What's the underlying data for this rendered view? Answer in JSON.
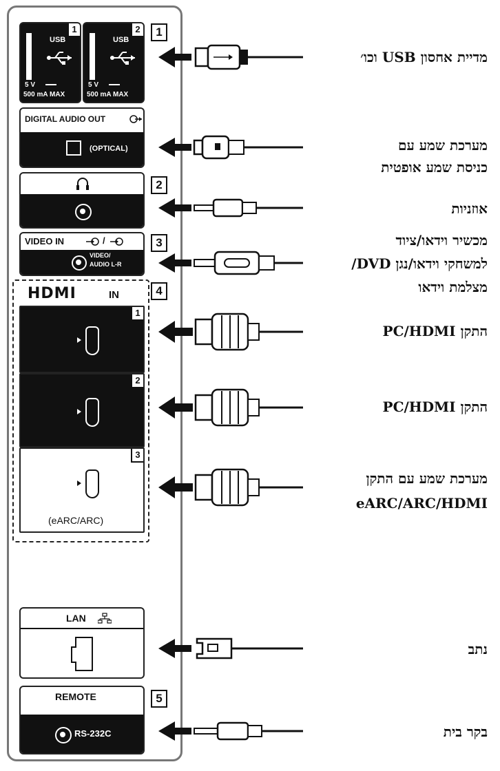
{
  "ports": {
    "usb1_label": "USB",
    "usb1_num": "1",
    "usb1_spec_v": "5 V",
    "usb1_spec_ma": "500 mA MAX",
    "usb2_label": "USB",
    "usb2_num": "2",
    "usb2_spec_v": "5 V",
    "usb2_spec_ma": "500 mA MAX",
    "digital_audio_title": "DIGITAL AUDIO OUT",
    "optical_label": "(OPTICAL)",
    "video_in_title": "VIDEO IN",
    "video_in_symbols": "/",
    "video_audio_label_1": "VIDEO/",
    "video_audio_label_2": "AUDIO L-R",
    "hdmi_title_logo": "HDMI",
    "hdmi_title_in": "IN",
    "hdmi1_num": "1",
    "hdmi2_num": "2",
    "hdmi3_num": "3",
    "earc_label": "(eARC/ARC)",
    "lan_title": "LAN",
    "remote_title": "REMOTE",
    "rs232_label": "RS-232C"
  },
  "numbers": {
    "n1": "1",
    "n2": "2",
    "n3": "3",
    "n4": "4",
    "n5": "5"
  },
  "labels": {
    "usb": "מדיית אחסון USB וכו׳",
    "optical_line1": "מערכת שמע עם",
    "optical_line2": "כניסת שמע אופטית",
    "headphones": "אוזניות",
    "video_line1": "מכשיר וידאו/ציוד",
    "video_line2": "למשחקי וידאו/נגן DVD/",
    "video_line3": "מצלמת וידאו",
    "hdmi1": "התקן PC/HDMI",
    "hdmi2": "התקן PC/HDMI",
    "hdmi3_line1": "מערכת שמע עם התקן",
    "hdmi3_line2": "eARC/ARC/HDMI",
    "lan": "נתב",
    "remote": "בקר בית"
  }
}
